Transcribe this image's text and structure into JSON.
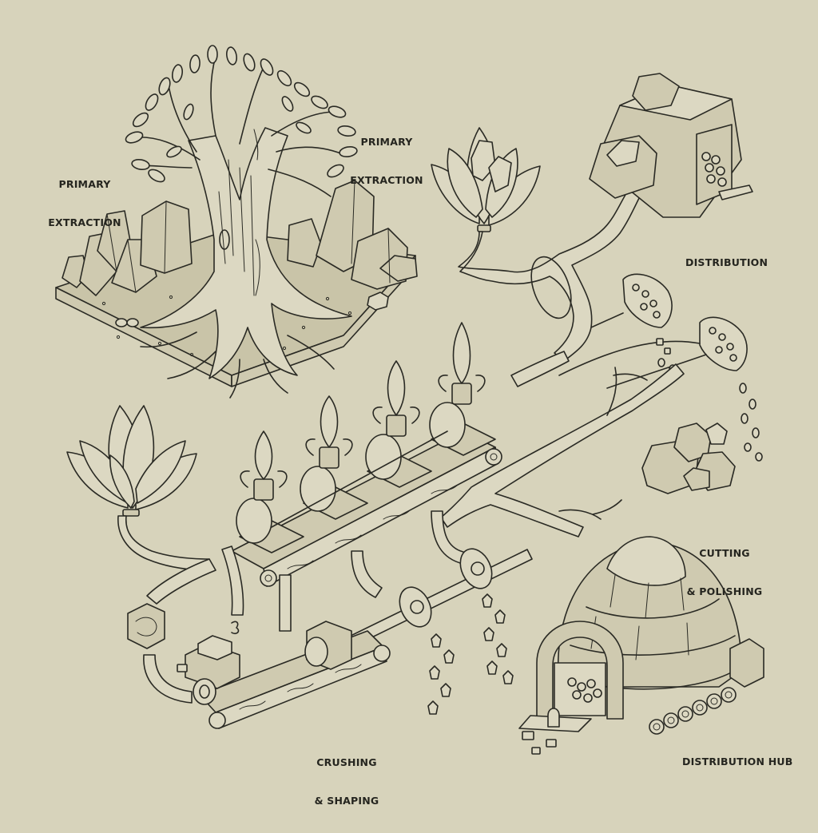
{
  "diagram": {
    "background_color": "#d7d3bb",
    "ink_color": "#2a2a24",
    "style": "isometric line-art illustration of a gem/mineral processing flow",
    "labels": [
      {
        "id": "primary-extraction-left",
        "line1": "PRIMARY",
        "line2": "EXTRACTION"
      },
      {
        "id": "primary-extraction-right",
        "line1": "PRIMARY",
        "line2": "EXTRACTION"
      },
      {
        "id": "distribution",
        "line1": "DISTRIBUTION",
        "line2": ""
      },
      {
        "id": "cutting-polishing",
        "line1": "CUTTING",
        "line2": "& POLISHING"
      },
      {
        "id": "crushing-shaping",
        "line1": "CRUSHING",
        "line2": "& SHAPING"
      },
      {
        "id": "distribution-hub",
        "line1": "DISTRIBUTION HUB",
        "line2": ""
      }
    ],
    "nodes": [
      {
        "name": "great-tree-with-rock-plateau",
        "stage": "Primary Extraction"
      },
      {
        "name": "crystal-lotus-flower-top",
        "stage": "Primary Extraction"
      },
      {
        "name": "crystal-lotus-flower-left",
        "stage": "Primary Extraction"
      },
      {
        "name": "conveyor-with-crystal-vessels",
        "stage": "Crushing & Shaping"
      },
      {
        "name": "lower-crusher-conveyor",
        "stage": "Crushing & Shaping"
      },
      {
        "name": "gem-seed-pods",
        "stage": "Cutting & Polishing"
      },
      {
        "name": "polished-stone-pile",
        "stage": "Cutting & Polishing"
      },
      {
        "name": "stone-warehouse",
        "stage": "Distribution"
      },
      {
        "name": "stone-dome-hub-with-cart",
        "stage": "Distribution Hub"
      }
    ]
  }
}
